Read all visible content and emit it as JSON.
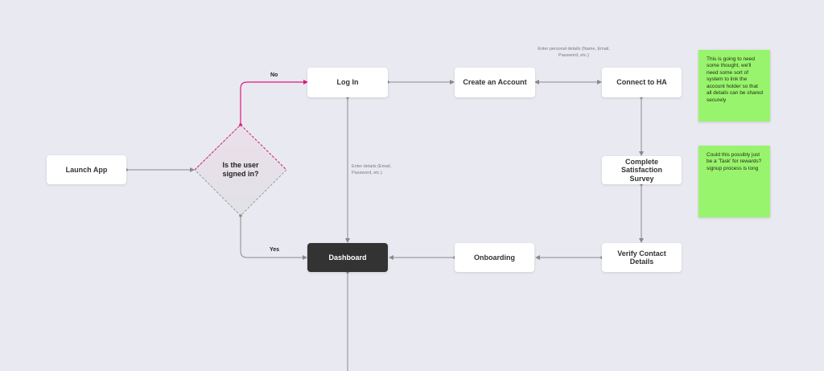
{
  "colors": {
    "background": "#e9e9f1",
    "node": "#ffffff",
    "dashboard": "#333333",
    "sticky": "#99f46d",
    "connector": "#8a8a8a",
    "no_branch": "#e0197d"
  },
  "nodes": {
    "launch_app": "Launch App",
    "decision": "Is the user signed in?",
    "log_in": "Log In",
    "create_account": "Create an Account",
    "connect_ha": "Connect to HA",
    "survey": "Complete Satisfaction Survey",
    "verify_contact": "Verify Contact Details",
    "onboarding": "Onboarding",
    "dashboard": "Dashboard"
  },
  "edge_labels": {
    "no": "No",
    "yes": "Yes"
  },
  "notes": {
    "personal_details": "Enter personal details (Name, Email, Password, etc.)",
    "login_details": "Enter details (Email, Password, etc.)"
  },
  "stickies": {
    "ha_note": "This is going to need some thought, we'll need some sort of system to link the account holder so that all details can be shared securely",
    "survey_note": "Could this possibly just be a 'Task' for rewards? signup process is long"
  }
}
